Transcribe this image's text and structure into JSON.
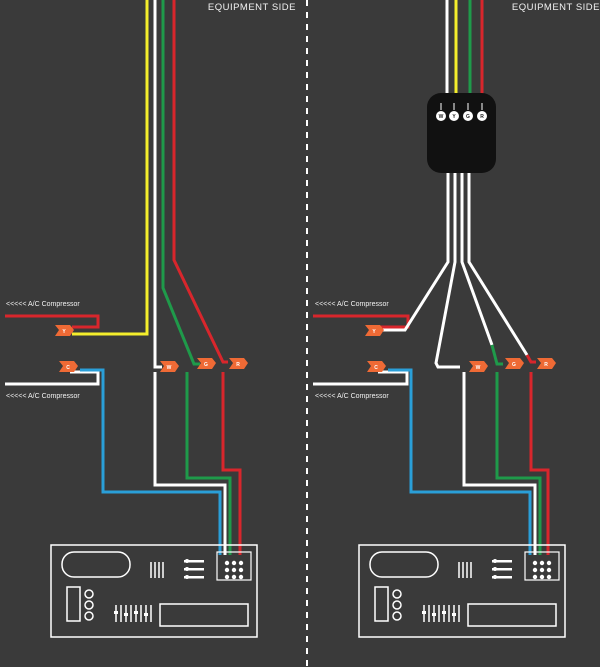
{
  "colors": {
    "background": "#3a3a3a",
    "wire_yellow": "#f4ee2c",
    "wire_green": "#1f9a4a",
    "wire_red": "#d8262c",
    "wire_white": "#ffffff",
    "wire_blue": "#2a9fd8",
    "connector": "#ef6a35"
  },
  "headers": {
    "left": "EQUIPMENT SIDE",
    "right": "EQUIPMENT SIDE"
  },
  "compressor_labels": {
    "top": "<<<<<  A/C Compressor",
    "bottom": "<<<<<  A/C Compressor"
  },
  "connectors": {
    "y": "Y",
    "c": "C",
    "w": "W",
    "g": "G",
    "r": "R"
  },
  "module": {
    "w": "W",
    "y": "Y",
    "g": "G",
    "r": "R"
  }
}
